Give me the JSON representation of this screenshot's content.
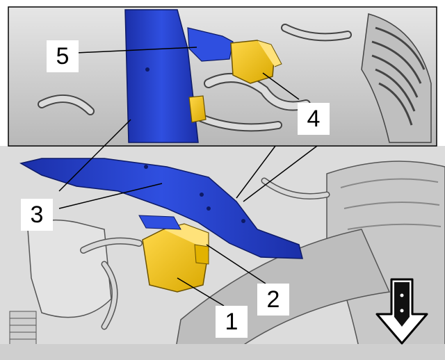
{
  "diagram": {
    "callouts": [
      {
        "id": "1",
        "label": "1"
      },
      {
        "id": "2",
        "label": "2"
      },
      {
        "id": "3",
        "label": "3"
      },
      {
        "id": "4",
        "label": "4"
      },
      {
        "id": "5",
        "label": "5"
      }
    ],
    "orientation_arrow": {
      "direction": "down",
      "icon": "front-direction-arrow-icon"
    },
    "colors": {
      "bracket_blue": "#2040c8",
      "component_yellow": "#f2c200",
      "engine_grey": "#d4d4d4",
      "line_black": "#000000"
    }
  }
}
